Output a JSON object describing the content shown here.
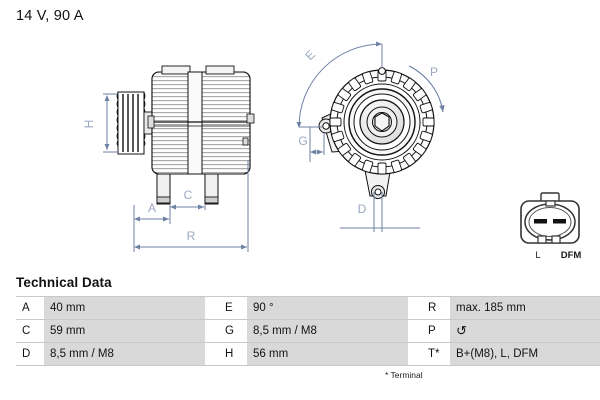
{
  "header": {
    "title": "14 V, 90 A"
  },
  "drawing": {
    "side_view": {
      "name": "alternator-side-view",
      "dimension_labels": [
        "H",
        "A",
        "C",
        "R"
      ]
    },
    "end_view": {
      "name": "alternator-end-view",
      "dimension_labels": [
        "E",
        "G",
        "D",
        "P"
      ]
    },
    "connector": {
      "name": "connector-detail",
      "pin_labels": [
        "L",
        "DFM"
      ],
      "pin_count": 2
    }
  },
  "technical_data": {
    "heading": "Technical Data",
    "rows": [
      {
        "k1": "A",
        "v1": "40 mm",
        "k2": "E",
        "v2": "90 °",
        "k3": "R",
        "v3": "max. 185 mm"
      },
      {
        "k1": "C",
        "v1": "59 mm",
        "k2": "G",
        "v2": "8,5 mm / M8",
        "k3": "P",
        "v3": "↺"
      },
      {
        "k1": "D",
        "v1": "8,5 mm / M8",
        "k2": "H",
        "v2": "56 mm",
        "k3": "T*",
        "v3": "B+(M8), L, DFM"
      }
    ],
    "footnote": "* Terminal"
  },
  "colors": {
    "dimension_line": "#6e82a3",
    "dimension_text": "#9aa8bf",
    "outline": "#111111",
    "value_cell_bg": "#d9d9d9",
    "grid_line": "#c9c9c9"
  }
}
